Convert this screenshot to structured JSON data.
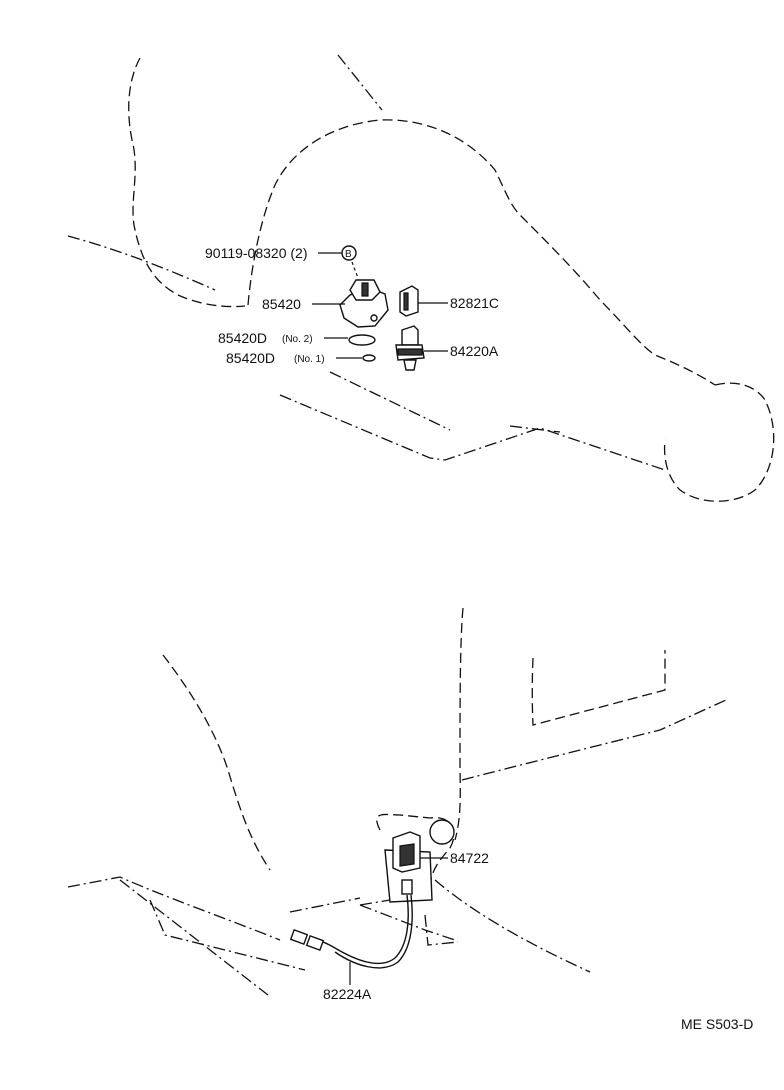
{
  "upper_callouts": {
    "bolt": "90119-08320 (2)",
    "bolt_marker": "B",
    "sensor": "85420",
    "oring2_part": "85420D",
    "oring2_note": "(No. 2)",
    "oring1_part": "85420D",
    "oring1_note": "(No. 1)",
    "connector": "82821C",
    "switch": "84220A"
  },
  "lower_callouts": {
    "switch": "84722",
    "harness": "82224A"
  },
  "diagram_code": "ME  S503-D"
}
